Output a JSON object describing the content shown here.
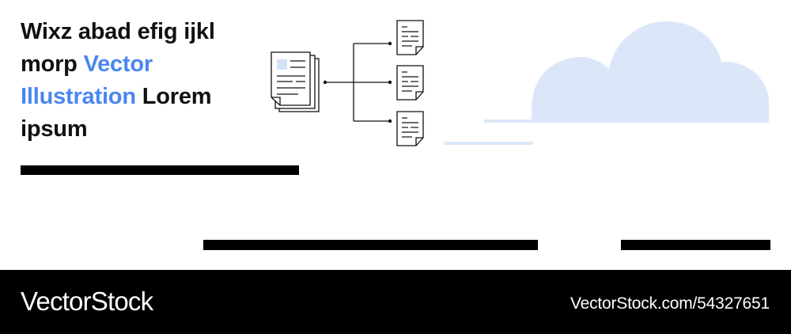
{
  "headline": {
    "part1": "Wixz abad efig ijkl morp ",
    "accent": "Vector Illustration",
    "part2": " Lorem ipsum"
  },
  "footer": {
    "brand": "VectorStock",
    "image_ref": "VectorStock.com/54327651"
  },
  "colors": {
    "accent": "#4a86f0",
    "cloud": "#dbe7f8",
    "footer_bg": "#000000"
  },
  "icons": [
    "document-stack-icon",
    "document-icon",
    "document-icon",
    "document-icon",
    "cloud-icon"
  ]
}
